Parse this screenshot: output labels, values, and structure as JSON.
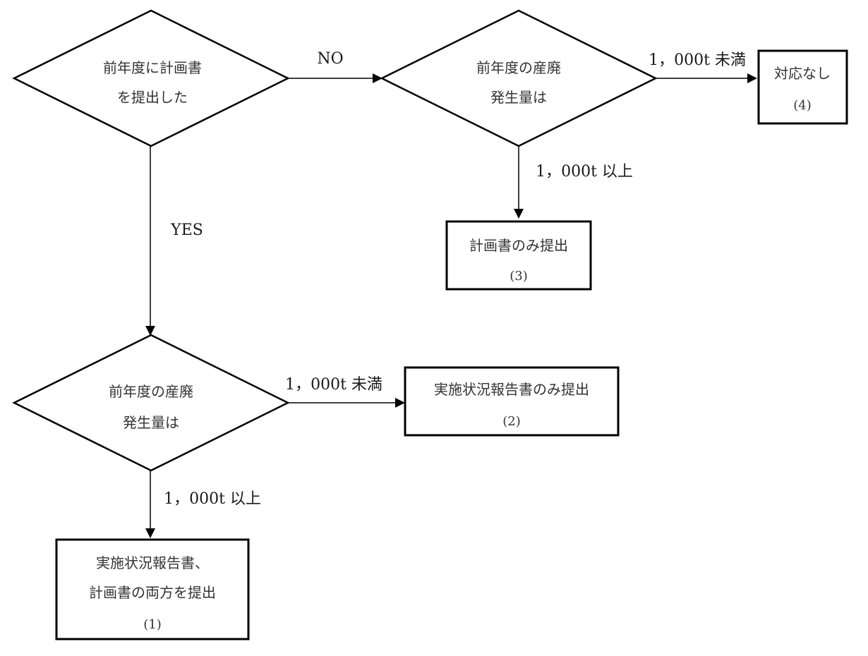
{
  "decisions": {
    "submitted_plan": {
      "line1": "前年度に計画書",
      "line2": "を提出した"
    },
    "waste_top": {
      "line1": "前年度の産廃",
      "line2": "発生量は"
    },
    "waste_bottom": {
      "line1": "前年度の産廃",
      "line2": "発生量は"
    }
  },
  "outcomes": {
    "no_action": {
      "label": "対応なし",
      "number": "(4)"
    },
    "plan_only": {
      "label": "計画書のみ提出",
      "number": "(3)"
    },
    "report_only": {
      "label": "実施状況報告書のみ提出",
      "number": "(2)"
    },
    "both": {
      "line1": "実施状況報告書、",
      "line2": "計画書の両方を提出",
      "number": "(1)"
    }
  },
  "edges": {
    "no": "NO",
    "yes": "YES",
    "top_under": "1，000t 未満",
    "top_over": "1，000t 以上",
    "bottom_under": "1，000t 未満",
    "bottom_over": "1，000t 以上"
  },
  "colors": {
    "line": "#000000",
    "text": "#333333",
    "background": "#ffffff"
  }
}
